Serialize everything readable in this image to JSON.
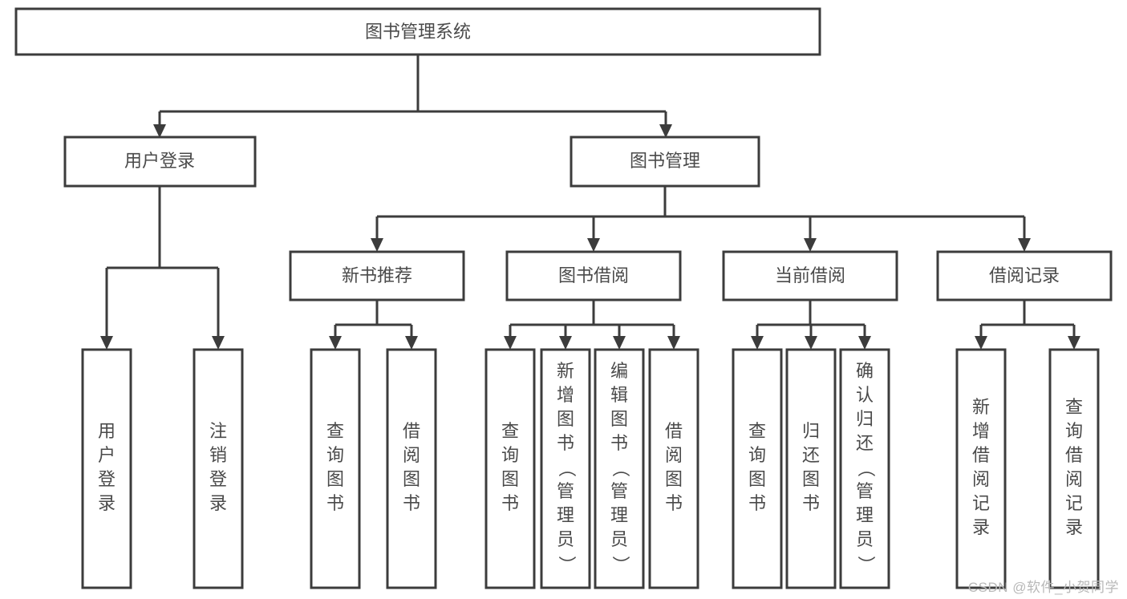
{
  "diagram": {
    "type": "tree-flowchart",
    "root": {
      "id": "root",
      "label": "图书管理系统"
    },
    "level1": [
      {
        "id": "user-login",
        "label": "用户登录"
      },
      {
        "id": "book-management",
        "label": "图书管理"
      }
    ],
    "level2": [
      {
        "id": "new-book-recommend",
        "label": "新书推荐",
        "parent": "book-management"
      },
      {
        "id": "book-borrow",
        "label": "图书借阅",
        "parent": "book-management"
      },
      {
        "id": "current-borrow",
        "label": "当前借阅",
        "parent": "book-management"
      },
      {
        "id": "borrow-record",
        "label": "借阅记录",
        "parent": "book-management"
      }
    ],
    "leaves": [
      {
        "id": "leaf-user-login",
        "label": "用户登录",
        "parent": "user-login"
      },
      {
        "id": "leaf-logout-login",
        "label": "注销登录",
        "parent": "user-login"
      },
      {
        "id": "leaf-query-book-1",
        "label": "查询图书",
        "parent": "new-book-recommend"
      },
      {
        "id": "leaf-borrow-book-1",
        "label": "借阅图书",
        "parent": "new-book-recommend"
      },
      {
        "id": "leaf-query-book-2",
        "label": "查询图书",
        "parent": "book-borrow"
      },
      {
        "id": "leaf-add-book",
        "label": "新增图书（管理员）",
        "parent": "book-borrow"
      },
      {
        "id": "leaf-edit-book",
        "label": "编辑图书（管理员）",
        "parent": "book-borrow"
      },
      {
        "id": "leaf-borrow-book-2",
        "label": "借阅图书",
        "parent": "book-borrow"
      },
      {
        "id": "leaf-query-book-3",
        "label": "查询图书",
        "parent": "current-borrow"
      },
      {
        "id": "leaf-return-book",
        "label": "归还图书",
        "parent": "current-borrow"
      },
      {
        "id": "leaf-confirm-return",
        "label": "确认归还（管理员）",
        "parent": "current-borrow"
      },
      {
        "id": "leaf-add-record",
        "label": "新增借阅记录",
        "parent": "borrow-record"
      },
      {
        "id": "leaf-query-record",
        "label": "查询借阅记录",
        "parent": "borrow-record"
      }
    ]
  },
  "colors": {
    "stroke": "#3c3c3c",
    "box_fill": "#ffffff",
    "text": "#4a4a4a",
    "background": "#ffffff",
    "watermark": "#b8b8b8"
  },
  "watermark": {
    "text": "CSDN @软件_小贺同学"
  }
}
